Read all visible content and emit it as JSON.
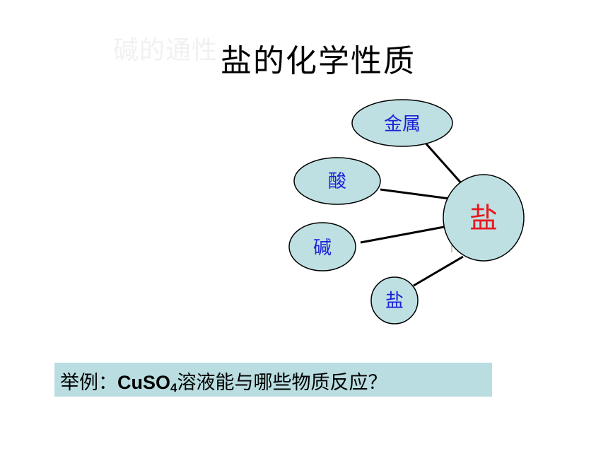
{
  "ghost_title": "碱的通性",
  "title": "盐的化学性质",
  "diagram": {
    "center": {
      "label": "盐",
      "color": "#e8191e"
    },
    "nodes": [
      {
        "id": "metal",
        "label": "金属"
      },
      {
        "id": "acid",
        "label": "酸"
      },
      {
        "id": "base",
        "label": "碱"
      },
      {
        "id": "salt",
        "label": "盐"
      }
    ],
    "node_fill": "#bfe0e2",
    "node_text_color": "#1b22d8",
    "line_color": "#000000"
  },
  "example": {
    "prefix": "举例：",
    "formula_main": "CuSO",
    "formula_sub": "4",
    "suffix": "溶液能与哪些物质反应？",
    "box_color": "#b9dde0"
  }
}
